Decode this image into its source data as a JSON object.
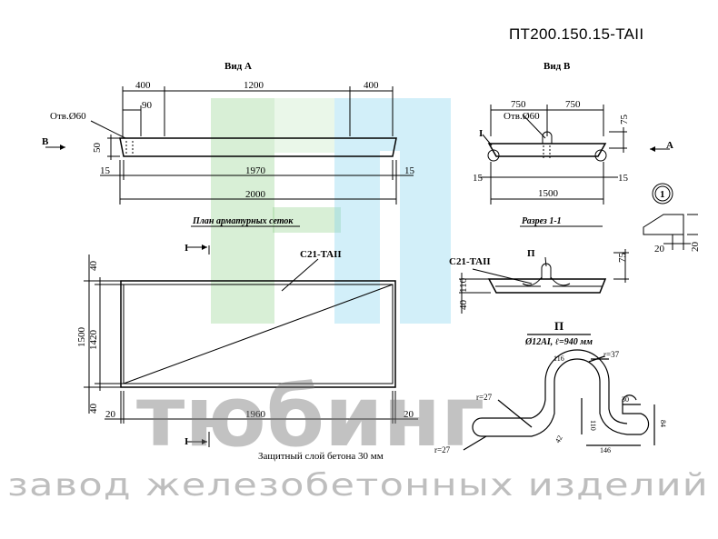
{
  "doc_title": "ПТ200.150.15-TAII",
  "view_a": {
    "label": "Вид А",
    "dims": {
      "top_left": "400",
      "top_mid": "1200",
      "top_right": "400",
      "hole_offset": "90",
      "hole": "Отв.Ø60",
      "height": "50",
      "bottom_left": "15",
      "bottom_mid": "1970",
      "bottom_right": "15",
      "overall": "2000"
    },
    "arrow": "B"
  },
  "view_b": {
    "label": "Вид В",
    "dims": {
      "left": "750",
      "right": "750",
      "hole": "Отв.Ø60",
      "height": "75",
      "bottom_left": "15",
      "bottom_right": "15",
      "overall": "1500",
      "section_mark": "I"
    },
    "arrow": "A",
    "detail_mark": "1"
  },
  "detail": {
    "d1": "20",
    "d2": "20"
  },
  "plan": {
    "label": "План арматурных сеток",
    "mesh": "С21-TAII",
    "left_dims": {
      "top": "40",
      "outer": "1500",
      "inner": "1420",
      "bottom": "40"
    },
    "bottom_dims": {
      "left": "20",
      "mid": "1960",
      "right": "20"
    },
    "section_mark": "I",
    "cover_note": "Защитный слой бетона 30 мм"
  },
  "section": {
    "label": "Разрез 1-1",
    "mesh": "С21-TAII",
    "loop": "П",
    "dims": {
      "h1": "75",
      "a": "40",
      "b": "110"
    }
  },
  "loop_detail": {
    "label": "П",
    "spec": "Ø12AI, ℓ=940 мм",
    "dims": {
      "top": "116",
      "r1": "r=37",
      "r2": "r=27",
      "r3": "r=27",
      "h": "110",
      "ang": "42",
      "w": "146",
      "end": "30",
      "side": "84"
    }
  },
  "watermark": {
    "brand": "тюбинг",
    "tagline": "завод железобетонных изделий"
  }
}
